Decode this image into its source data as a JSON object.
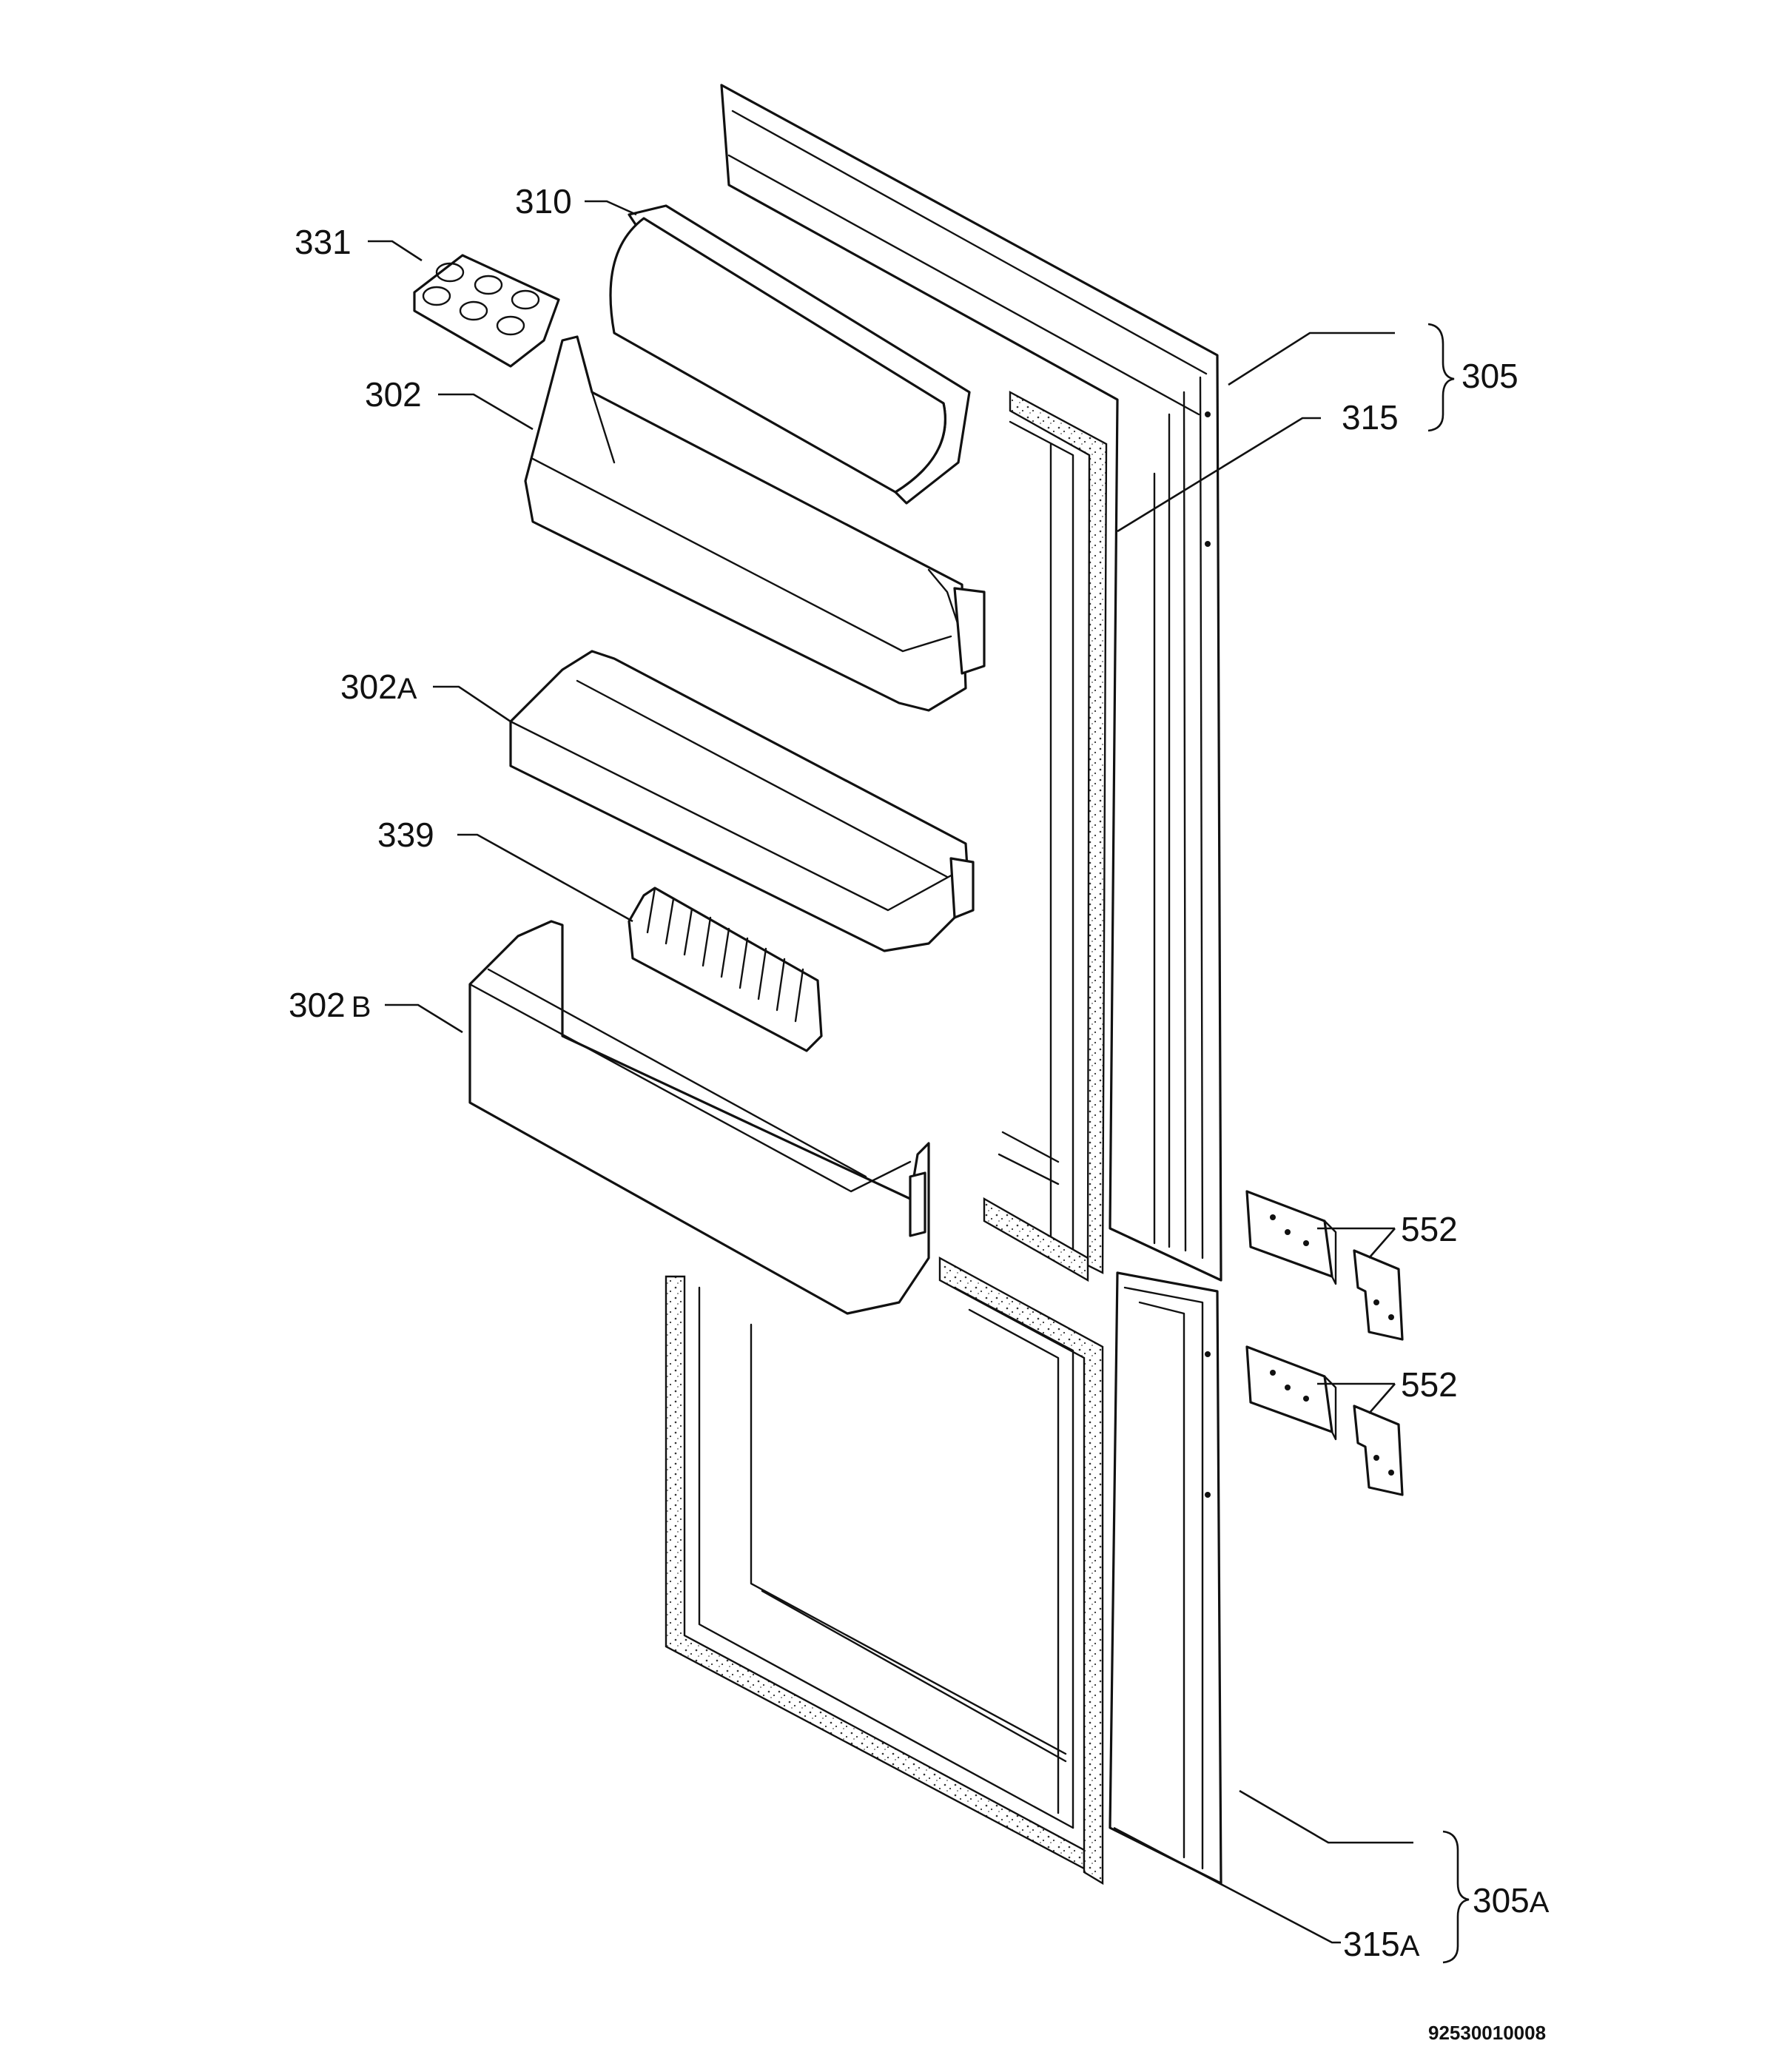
{
  "drawing_number": "92530010008",
  "callouts": [
    {
      "id": "c-331",
      "number": "331",
      "suffix": ""
    },
    {
      "id": "c-310",
      "number": "310",
      "suffix": ""
    },
    {
      "id": "c-302",
      "number": "302",
      "suffix": ""
    },
    {
      "id": "c-302a",
      "number": "302",
      "suffix": "A"
    },
    {
      "id": "c-339",
      "number": "339",
      "suffix": ""
    },
    {
      "id": "c-302b",
      "number": "302",
      "suffix": "B"
    },
    {
      "id": "c-305",
      "number": "305",
      "suffix": ""
    },
    {
      "id": "c-315",
      "number": "315",
      "suffix": ""
    },
    {
      "id": "c-552-upper",
      "number": "552",
      "suffix": ""
    },
    {
      "id": "c-552-lower",
      "number": "552",
      "suffix": ""
    },
    {
      "id": "c-305a",
      "number": "305",
      "suffix": "A"
    },
    {
      "id": "c-315a",
      "number": "315",
      "suffix": "A"
    }
  ]
}
